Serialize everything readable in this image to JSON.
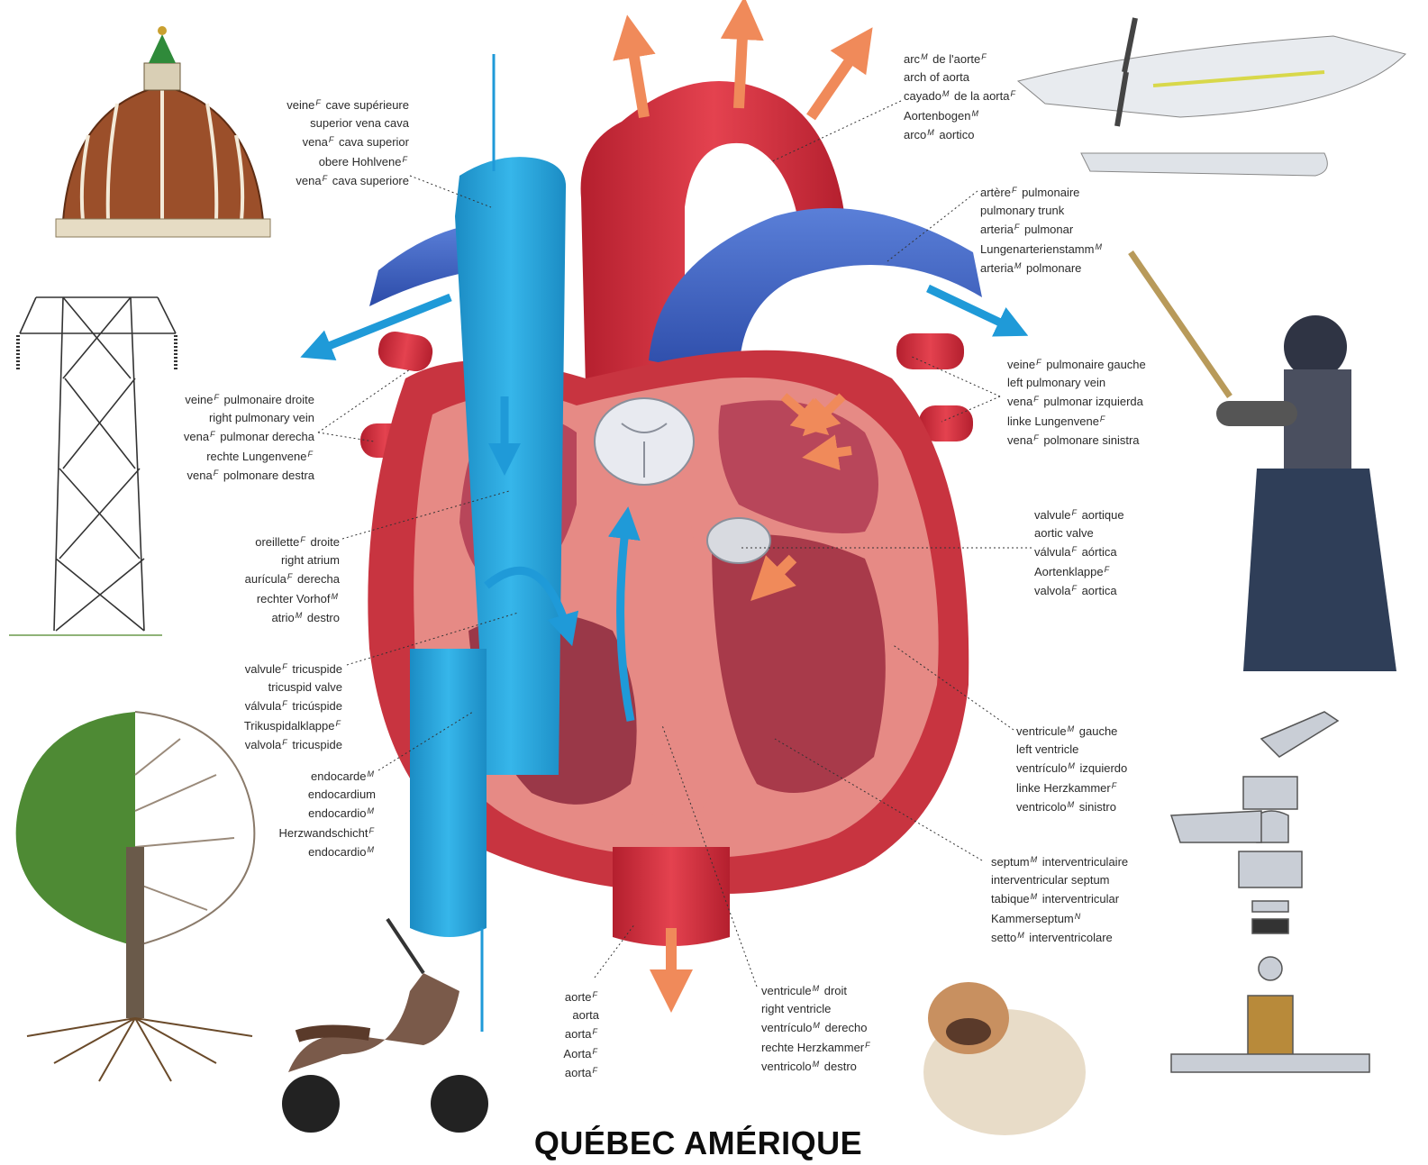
{
  "brand": "QUÉBEC AMÉRIQUE",
  "labels": {
    "arch_of_aorta": [
      {
        "t": "arc",
        "g": "M",
        "r": " de l'aorte",
        "g2": "F"
      },
      {
        "t": "arch of aorta"
      },
      {
        "t": "cayado",
        "g": "M",
        "r": " de la aorta",
        "g2": "F"
      },
      {
        "t": "Aortenbogen",
        "g": "M"
      },
      {
        "t": "arco",
        "g": "M",
        "r": " aortico"
      }
    ],
    "superior_vena_cava": [
      {
        "t": "veine",
        "g": "F",
        "r": " cave supérieure"
      },
      {
        "t": "superior vena cava"
      },
      {
        "t": "vena",
        "g": "F",
        "r": " cava superior"
      },
      {
        "t": "obere Hohlvene",
        "g": "F"
      },
      {
        "t": "vena",
        "g": "F",
        "r": " cava superiore"
      }
    ],
    "pulmonary_trunk": [
      {
        "t": "artère",
        "g": "F",
        "r": " pulmonaire"
      },
      {
        "t": "pulmonary trunk"
      },
      {
        "t": "arteria",
        "g": "F",
        "r": " pulmonar"
      },
      {
        "t": "Lungenarterienstamm",
        "g": "M"
      },
      {
        "t": "arteria",
        "g": "M",
        "r": " polmonare"
      }
    ],
    "right_pulmonary_vein": [
      {
        "t": "veine",
        "g": "F",
        "r": " pulmonaire droite"
      },
      {
        "t": "right pulmonary vein"
      },
      {
        "t": "vena",
        "g": "F",
        "r": " pulmonar derecha"
      },
      {
        "t": "rechte Lungenvene",
        "g": "F"
      },
      {
        "t": "vena",
        "g": "F",
        "r": " polmonare destra"
      }
    ],
    "left_pulmonary_vein": [
      {
        "t": "veine",
        "g": "F",
        "r": " pulmonaire gauche"
      },
      {
        "t": "left pulmonary vein"
      },
      {
        "t": "vena",
        "g": "F",
        "r": " pulmonar izquierda"
      },
      {
        "t": "linke Lungenvene",
        "g": "F"
      },
      {
        "t": "vena",
        "g": "F",
        "r": " polmonare sinistra"
      }
    ],
    "right_atrium": [
      {
        "t": "oreillette",
        "g": "F",
        "r": " droite"
      },
      {
        "t": "right atrium"
      },
      {
        "t": "aurícula",
        "g": "F",
        "r": " derecha"
      },
      {
        "t": "rechter Vorhof",
        "g": "M"
      },
      {
        "t": "atrio",
        "g": "M",
        "r": " destro"
      }
    ],
    "aortic_valve": [
      {
        "t": "valvule",
        "g": "F",
        "r": " aortique"
      },
      {
        "t": "aortic valve"
      },
      {
        "t": "válvula",
        "g": "F",
        "r": " aórtica"
      },
      {
        "t": "Aortenklappe",
        "g": "F"
      },
      {
        "t": "valvola",
        "g": "F",
        "r": " aortica"
      }
    ],
    "tricuspid_valve": [
      {
        "t": "valvule",
        "g": "F",
        "r": " tricuspide"
      },
      {
        "t": "tricuspid valve"
      },
      {
        "t": "válvula",
        "g": "F",
        "r": " tricúspide"
      },
      {
        "t": "Trikuspidalklappe",
        "g": "F"
      },
      {
        "t": "valvola",
        "g": "F",
        "r": " tricuspide"
      }
    ],
    "left_ventricle": [
      {
        "t": "ventricule",
        "g": "M",
        "r": " gauche"
      },
      {
        "t": "left ventricle"
      },
      {
        "t": "ventrículo",
        "g": "M",
        "r": " izquierdo"
      },
      {
        "t": "linke Herzkammer",
        "g": "F"
      },
      {
        "t": "ventricolo",
        "g": "M",
        "r": " sinistro"
      }
    ],
    "endocardium": [
      {
        "t": "endocarde",
        "g": "M"
      },
      {
        "t": "endocardium"
      },
      {
        "t": "endocardio",
        "g": "M"
      },
      {
        "t": "Herzwandschicht",
        "g": "F"
      },
      {
        "t": "endocardio",
        "g": "M"
      }
    ],
    "interventricular_septum": [
      {
        "t": "septum",
        "g": "M",
        "r": " interventriculaire"
      },
      {
        "t": "interventricular septum"
      },
      {
        "t": "tabique",
        "g": "M",
        "r": " interventricular"
      },
      {
        "t": "Kammerseptum",
        "g": "N"
      },
      {
        "t": "setto",
        "g": "M",
        "r": " interventricolare"
      }
    ],
    "aorta": [
      {
        "t": "aorte",
        "g": "F"
      },
      {
        "t": "aorta"
      },
      {
        "t": "aorta",
        "g": "F"
      },
      {
        "t": "Aorta",
        "g": "F"
      },
      {
        "t": "aorta",
        "g": "F"
      }
    ],
    "right_ventricle": [
      {
        "t": "ventricule",
        "g": "M",
        "r": " droit"
      },
      {
        "t": "right ventricle"
      },
      {
        "t": "ventrículo",
        "g": "M",
        "r": " derecho"
      },
      {
        "t": "rechte Herzkammer",
        "g": "F"
      },
      {
        "t": "ventricolo",
        "g": "M",
        "r": " destro"
      }
    ]
  },
  "colors": {
    "heart_red": "#d8303e",
    "vein_blue": "#3f63c0",
    "vena_cava": "#2aa4dc",
    "muscle": "#e87f7a",
    "flow_orange": "#f08a5a",
    "flow_blue": "#1f9ad8"
  }
}
